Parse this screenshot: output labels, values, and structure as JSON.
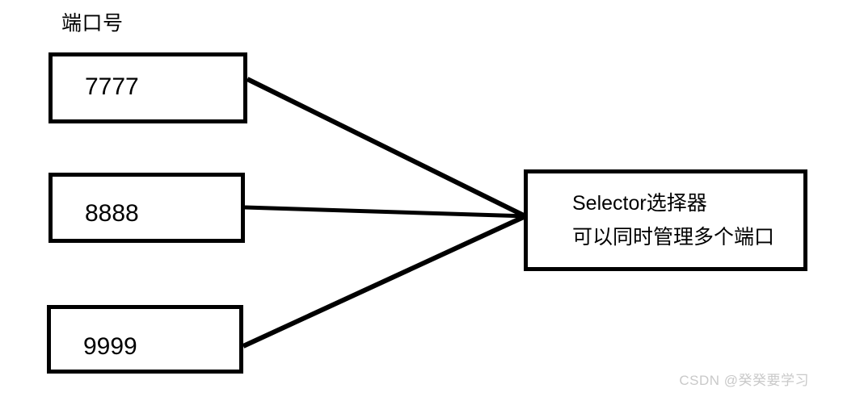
{
  "diagram": {
    "header_label": "端口号",
    "ports": [
      {
        "value": "7777",
        "name": "port-box-7777"
      },
      {
        "value": "8888",
        "name": "port-box-8888"
      },
      {
        "value": "9999",
        "name": "port-box-9999"
      }
    ],
    "selector": {
      "line1": "Selector选择器",
      "line2": "可以同时管理多个端口"
    },
    "connections": [
      {
        "from": "7777",
        "to": "selector"
      },
      {
        "from": "8888",
        "to": "selector"
      },
      {
        "from": "9999",
        "to": "selector"
      }
    ],
    "colors": {
      "stroke": "#000000",
      "background": "#ffffff",
      "watermark": "#c9c9c9"
    }
  },
  "watermark": {
    "text": "CSDN @癸癸要学习"
  }
}
